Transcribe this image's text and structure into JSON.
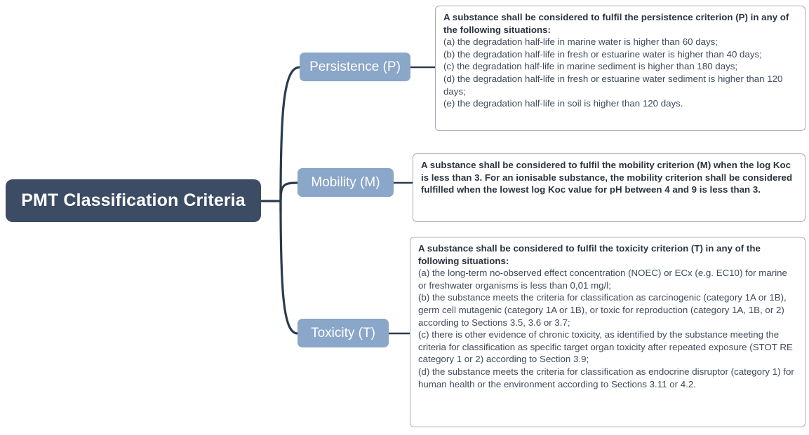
{
  "diagram": {
    "type": "mind-map",
    "title": "PMT Classification Criteria",
    "colors": {
      "root_fill": "#3c4c64",
      "branch_fill": "#8aa6c8",
      "box_border": "#a9abb5",
      "body_text": "#3f4a5a",
      "lead_text": "#2c3440",
      "connector": "#2c3a4f",
      "background": "#ffffff"
    },
    "root": {
      "label": "PMT Classification Criteria"
    },
    "branches": [
      {
        "id": "persistence",
        "label": "Persistence (P)",
        "detail": {
          "lead": "A substance shall be considered to fulfil the persistence criterion (P) in any of the following situations:",
          "items": [
            "(a) the degradation half-life in marine water is higher than 60 days;",
            "(b) the degradation half-life in fresh or estuarine water is higher than 40 days;",
            "(c) the degradation half-life in marine sediment is higher than 180 days;",
            "(d) the degradation half-life in fresh or estuarine water sediment is higher than 120 days;",
            "(e) the degradation half-life in soil is higher than 120 days."
          ]
        }
      },
      {
        "id": "mobility",
        "label": "Mobility (M)",
        "detail": {
          "lead": "A substance shall be considered to fulfil the mobility criterion (M) when the log Koc is less than 3. For an ionisable substance, the mobility criterion shall be considered fulfilled when the lowest log Koc value for pH between 4 and 9 is less than 3.",
          "items": []
        }
      },
      {
        "id": "toxicity",
        "label": "Toxicity (T)",
        "detail": {
          "lead": "A substance shall be considered to fulfil the toxicity criterion (T) in any of the following situations:",
          "items": [
            "(a) the long-term no-observed effect concentration (NOEC) or ECx (e.g. EC10) for marine or freshwater organisms is less than 0,01 mg/l;",
            "(b) the substance meets the criteria for classification as carcinogenic (category 1A or 1B), germ cell mutagenic (category 1A or 1B), or toxic for reproduction (category 1A, 1B, or 2) according to Sections 3.5, 3.6 or 3.7;",
            "(c) there is other evidence of chronic toxicity, as identified by the substance meeting the criteria for classification as specific target organ toxicity after repeated exposure (STOT RE category 1 or 2) according to Section 3.9;",
            "(d) the substance meets the criteria for classification as endocrine disruptor (category 1) for human health or the environment according to Sections 3.11 or 4.2."
          ]
        }
      }
    ]
  }
}
